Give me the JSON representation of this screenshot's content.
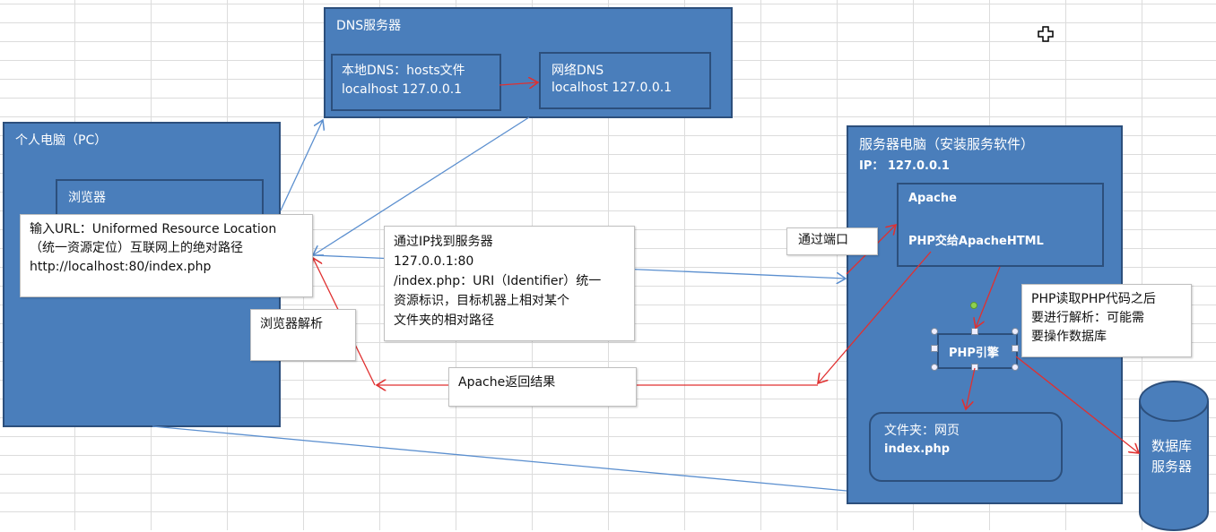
{
  "dns": {
    "title": "DNS服务器",
    "local": {
      "line1": "本地DNS：hosts文件",
      "line2": "localhost   127.0.0.1"
    },
    "network": {
      "line1": "网络DNS",
      "line2": "localhost   127.0.0.1"
    }
  },
  "pc": {
    "title": "个人电脑（PC）",
    "browser": "浏览器"
  },
  "url_note": {
    "line1": "输入URL：Uniformed Resource Location",
    "line2": "（统一资源定位）互联网上的绝对路径",
    "line3": "http://localhost:80/index.php"
  },
  "parse_note": "浏览器解析",
  "ip_note": {
    "line1": "通过IP找到服务器",
    "line2": "127.0.0.1:80",
    "line3": "/index.php：URI（Identifier）统一",
    "line4": "资源标识，目标机器上相对某个",
    "line5": "文件夹的相对路径"
  },
  "return_note": "Apache返回结果",
  "port_note": "通过端口",
  "server": {
    "title": "服务器电脑（安装服务软件）",
    "ip": "IP：  127.0.0.1",
    "apache": {
      "title": "Apache",
      "line2": "PHP交给ApacheHTML"
    },
    "php_engine": "PHP引擎",
    "folder": {
      "line1": "文件夹：网页",
      "line2": "index.php"
    }
  },
  "php_note": {
    "line1": "PHP读取PHP代码之后",
    "line2": "要进行解析：可能需",
    "line3": "要操作数据库"
  },
  "database": {
    "line1": "数据库",
    "line2": "服务器"
  },
  "colors": {
    "shape": "#4a7ebb",
    "border": "#2c4f7c",
    "red_arrow": "#e03030",
    "blue_arrow": "#4a7ebb"
  }
}
